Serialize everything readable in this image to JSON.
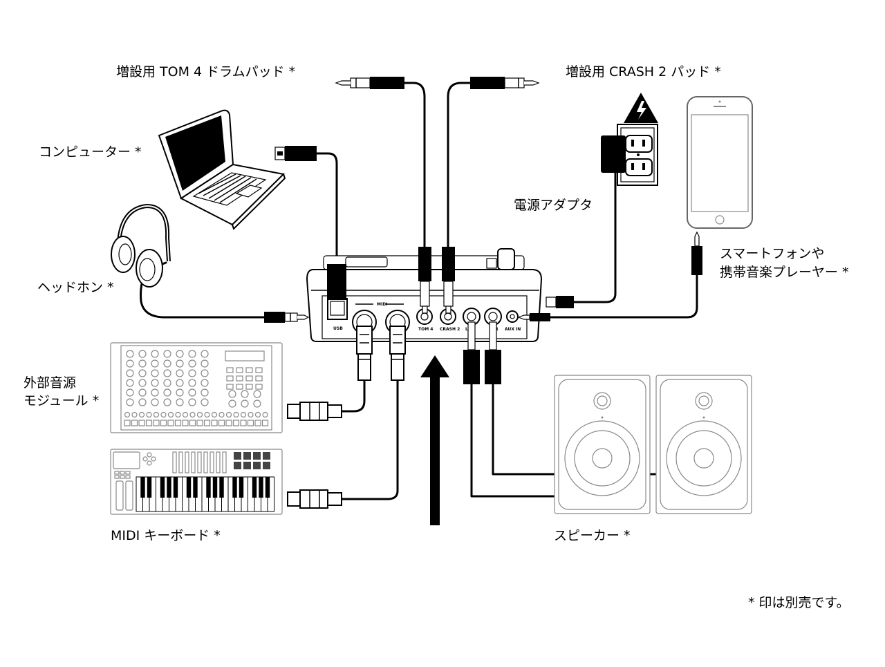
{
  "labels": {
    "tom_pad": "増設用 TOM 4 ドラムパッド *",
    "crash_pad": "増設用 CRASH 2 パッド *",
    "computer": "コンピューター *",
    "headphones": "ヘッドホン *",
    "adapter": "電源アダプタ",
    "smartphone_line1": "スマートフォンや",
    "smartphone_line2": "携帯音楽プレーヤー *",
    "sound_module_line1": "外部音源",
    "sound_module_line2": "モジュール *",
    "midi_keyboard": "MIDI キーボード *",
    "speakers": "スピーカー *",
    "footnote": "* 印は別売です。"
  },
  "panel": {
    "usb": "USB",
    "midi": "MIDI",
    "tom4": "TOM 4",
    "crash2": "CRASH 2",
    "out_l": "L",
    "out_r": "R",
    "aux_in": "AUX IN"
  },
  "icons": [
    "laptop-icon",
    "headphones-icon",
    "power-outlet-icon",
    "warning-icon",
    "smartphone-icon",
    "sound-module-icon",
    "midi-keyboard-icon",
    "speaker-icon",
    "arrow-up-icon"
  ]
}
